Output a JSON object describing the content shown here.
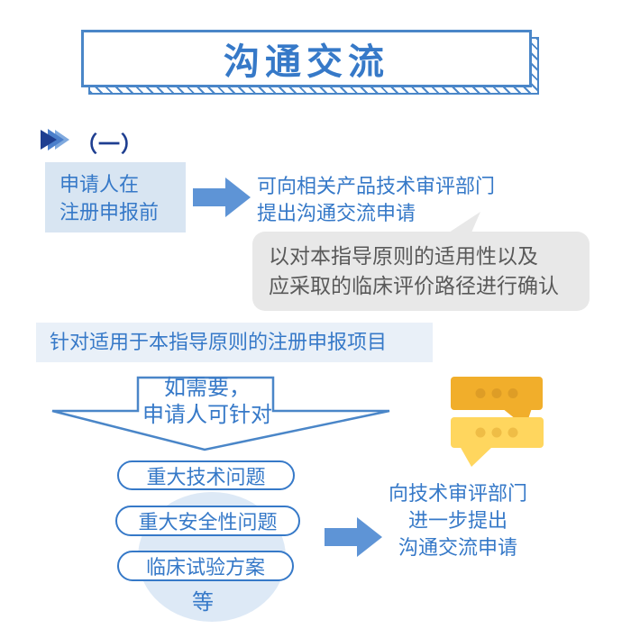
{
  "title": "沟通交流",
  "section": {
    "marker": "（一）"
  },
  "step1": {
    "box_line1": "申请人在",
    "box_line2": "注册申报前",
    "result_line1": "可向相关产品技术审评部门",
    "result_line2": "提出沟通交流申请",
    "note_line1": "以对本指导原则的适用性以及",
    "note_line2": "应采取的临床评价路径进行确认"
  },
  "step2": {
    "band": "针对适用于本指导原则的注册申报项目",
    "funnel_line1": "如需要，",
    "funnel_line2": "申请人可针对",
    "topics": [
      "重大技术问题",
      "重大安全性问题",
      "临床试验方案"
    ],
    "etc": "等",
    "result_line1": "向技术审评部门",
    "result_line2": "进一步提出",
    "result_line3": "沟通交流申请"
  },
  "icons": {
    "section_marker": "fast-forward-icon",
    "step_arrow": "arrow-right-icon",
    "chat": "chat-bubbles-icon"
  },
  "colors": {
    "primary_blue": "#3679C8",
    "border_blue": "#4A86C8",
    "arrow_blue": "#5E94D6",
    "dark_navy": "#1E3E90",
    "chevron_mid": "#4B7FCB",
    "chevron_light": "#7FA9DE",
    "light_box_bg": "#D8E5F2",
    "band_bg": "#E9F0F8",
    "circle_bg": "#DDE9F6",
    "note_bg": "#E8E8E8",
    "note_text": "#595959",
    "chat_dark_yellow": "#F1AE2B",
    "chat_dark_dots": "#DE9D26",
    "chat_light_yellow": "#FFD65E",
    "chat_light_dots": "#EFBD46"
  }
}
